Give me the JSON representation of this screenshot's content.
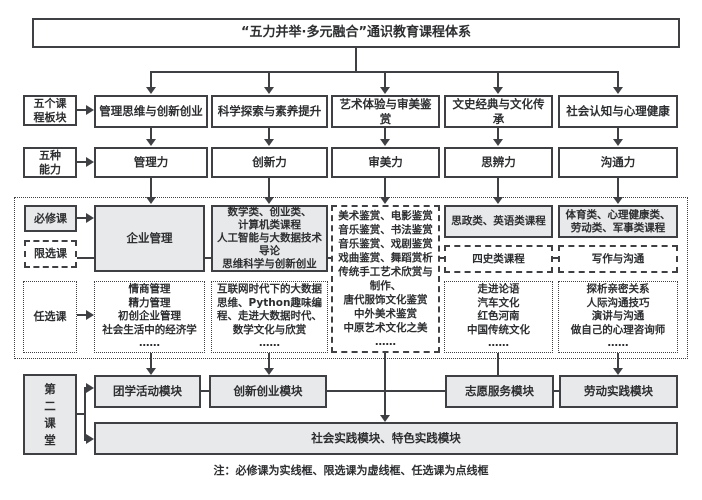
{
  "title": "“五力并举·多元融合”通识教育课程体系",
  "labels": {
    "boards": [
      "五个课",
      "程板块"
    ],
    "abilities": [
      "五种",
      "能力"
    ],
    "required": "必修课",
    "limited": "限选课",
    "elective": "任选课",
    "second_classroom": [
      "第",
      "二",
      "课",
      "堂"
    ]
  },
  "boards": [
    "管理思维与创新创业",
    "科学探索与素养提升",
    "艺术体验与审美鉴赏",
    "文史经典与文化传承",
    "社会认知与心理健康"
  ],
  "abilities": [
    "管理力",
    "创新力",
    "审美力",
    "思辨力",
    "沟通力"
  ],
  "middle": {
    "col1_required": "企业管理",
    "col2_required": [
      "数学类、创业类、",
      "计算机类课程",
      "人工智能与大数据技术",
      "导论",
      "思维科学与创新创业"
    ],
    "col3_courses": [
      "美术鉴赏、电影鉴赏",
      "音乐鉴赏、书法鉴赏",
      "音乐鉴赏、戏剧鉴赏",
      "戏曲鉴赏、舞蹈赏析",
      "传统手工艺术欣赏与",
      "制作、",
      "唐代服饰文化鉴赏",
      "中外美术鉴赏",
      "中原艺术文化之美",
      "……"
    ],
    "col4_required": "思政类、英语类课程",
    "col5_required": [
      "体育类、心理健康类、",
      "劳动类、军事类课程"
    ],
    "col4_limited": "四史类课程",
    "col5_limited": "写作与沟通",
    "col1_elective": [
      "情商管理",
      "精力管理",
      "初创企业管理",
      "社会生活中的经济学",
      "……"
    ],
    "col2_elective": [
      "互联网时代下的大数据",
      "思维、Python趣味编",
      "程、走进大数据时代、",
      "数学文化与欣赏",
      "……"
    ],
    "col4_elective": [
      "走进论语",
      "汽车文化",
      "红色河南",
      "中国传统文化",
      "……"
    ],
    "col5_elective": [
      "探析亲密关系",
      "人际沟通技巧",
      "演讲与沟通",
      "做自己的心理咨询师",
      "……"
    ]
  },
  "second_classroom": {
    "modules": [
      "团学活动模块",
      "创新创业模块",
      "志愿服务模块",
      "劳动实践模块"
    ],
    "practice": "社会实践模块、特色实践模块"
  },
  "note": "注：必修课为实线框、限选课为虚线框、任选课为点线框",
  "colors": {
    "fill": "#e7e9ea",
    "border": "#3e4043",
    "text": "#2c2e30"
  }
}
